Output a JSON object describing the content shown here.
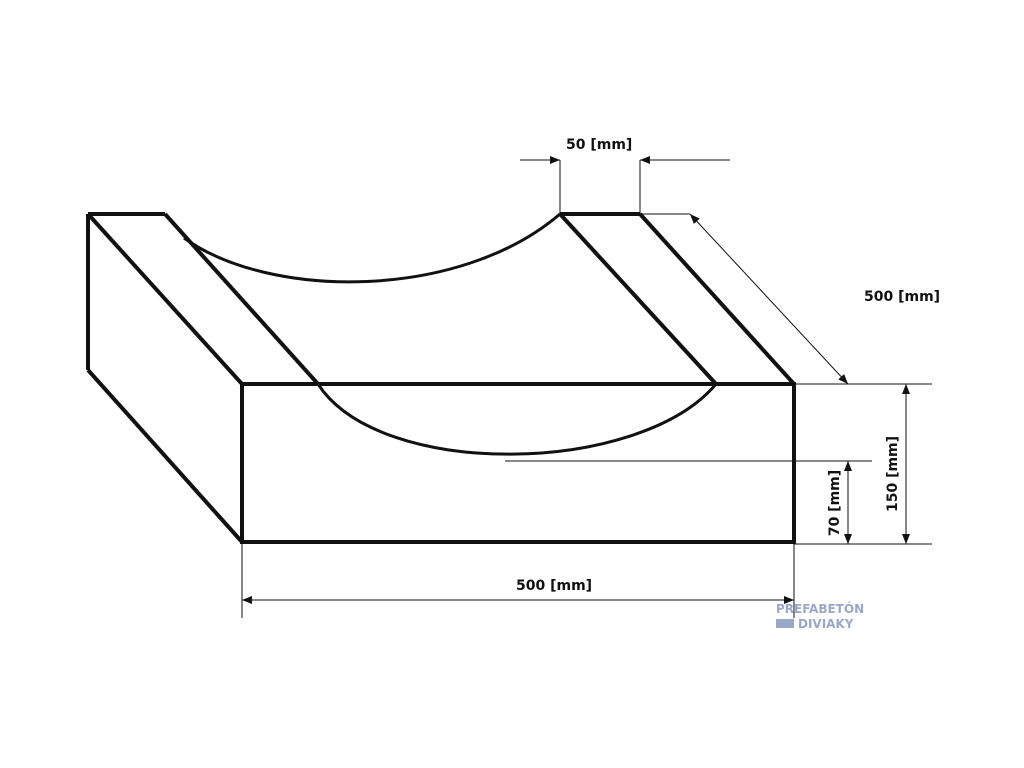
{
  "dimensions": {
    "top_width": "50 [mm]",
    "depth": "500 [mm]",
    "height": "150 [mm]",
    "channel_base": "70 [mm]",
    "width": "500 [mm]"
  },
  "logo": {
    "line1": "PREFABETÓN",
    "line2": "DIVIAKY"
  }
}
